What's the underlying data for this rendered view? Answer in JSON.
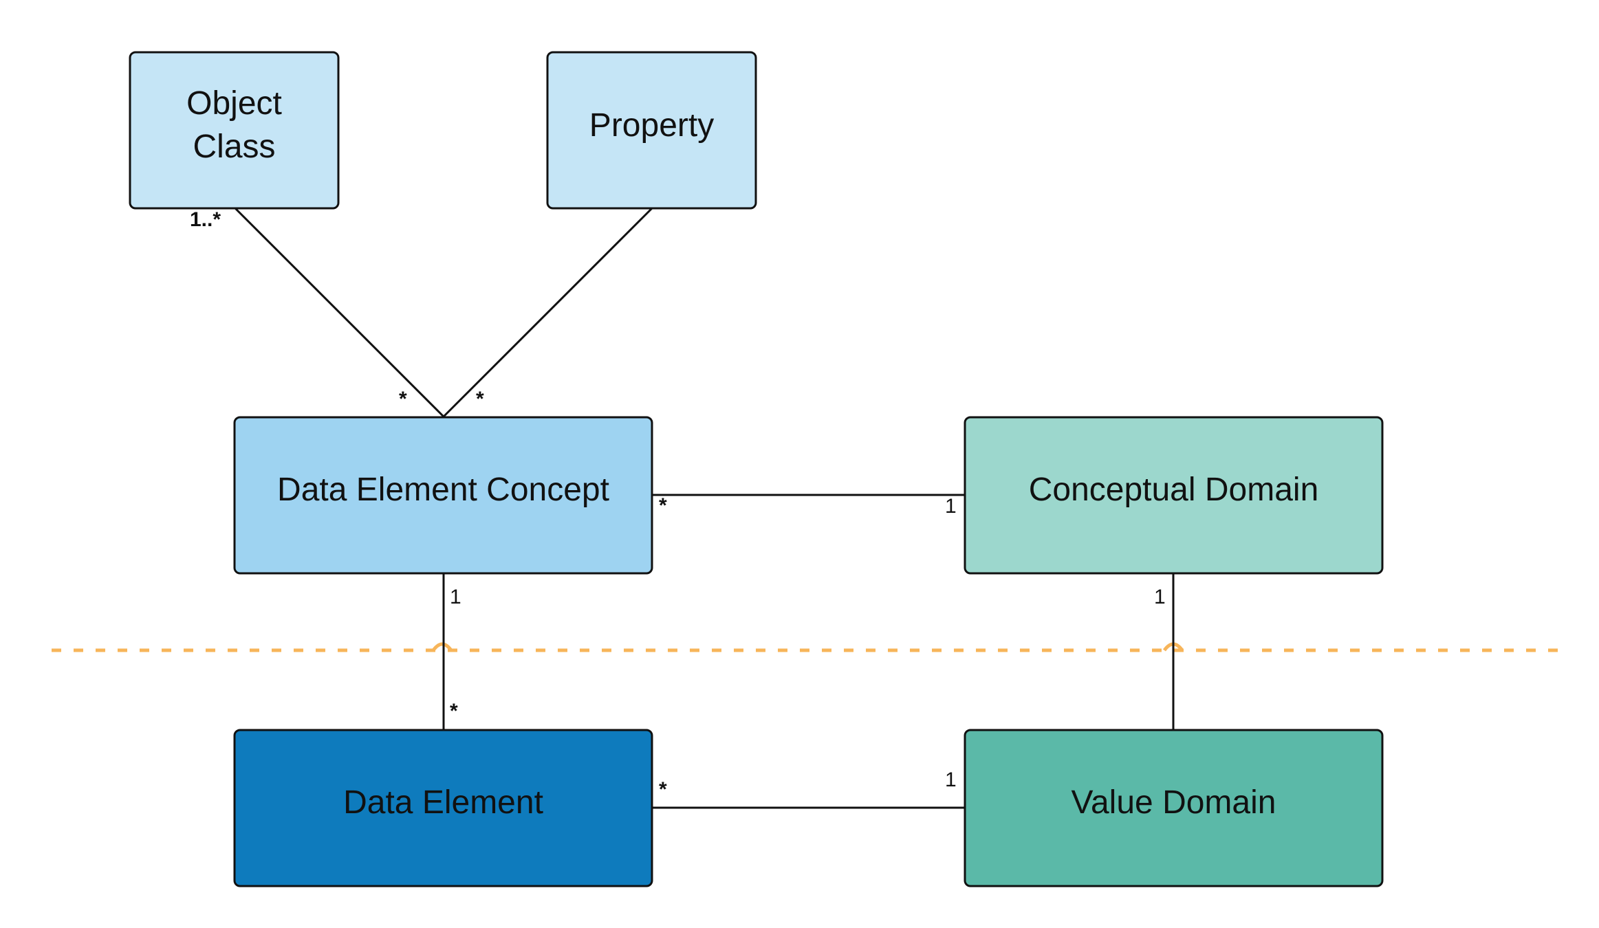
{
  "nodes": {
    "object_class": {
      "lines": [
        "Object",
        "Class"
      ],
      "color": "#c5e5f6"
    },
    "property": {
      "lines": [
        "Property"
      ],
      "color": "#c5e5f6"
    },
    "data_element_concept": {
      "lines": [
        "Data Element Concept"
      ],
      "color": "#9ed3f1"
    },
    "conceptual_domain": {
      "lines": [
        "Conceptual Domain"
      ],
      "color": "#9cd7cd"
    },
    "data_element": {
      "lines": [
        "Data Element"
      ],
      "color": "#0e7bbd"
    },
    "value_domain": {
      "lines": [
        "Value Domain"
      ],
      "color": "#5bb9a8"
    }
  },
  "edges": {
    "oc_dec": {
      "from": "object_class",
      "to": "data_element_concept",
      "from_mult": "1..*",
      "to_mult": "*"
    },
    "prop_dec": {
      "from": "property",
      "to": "data_element_concept",
      "from_mult": "",
      "to_mult": "*"
    },
    "dec_cd": {
      "from": "data_element_concept",
      "to": "conceptual_domain",
      "from_mult": "*",
      "to_mult": "1"
    },
    "dec_de": {
      "from": "data_element_concept",
      "to": "data_element",
      "from_mult": "1",
      "to_mult": "*"
    },
    "cd_vd": {
      "from": "conceptual_domain",
      "to": "value_domain",
      "from_mult": "1",
      "to_mult": ""
    },
    "de_vd": {
      "from": "data_element",
      "to": "value_domain",
      "from_mult": "*",
      "to_mult": "1"
    }
  },
  "divider_color": "#f7b55a"
}
